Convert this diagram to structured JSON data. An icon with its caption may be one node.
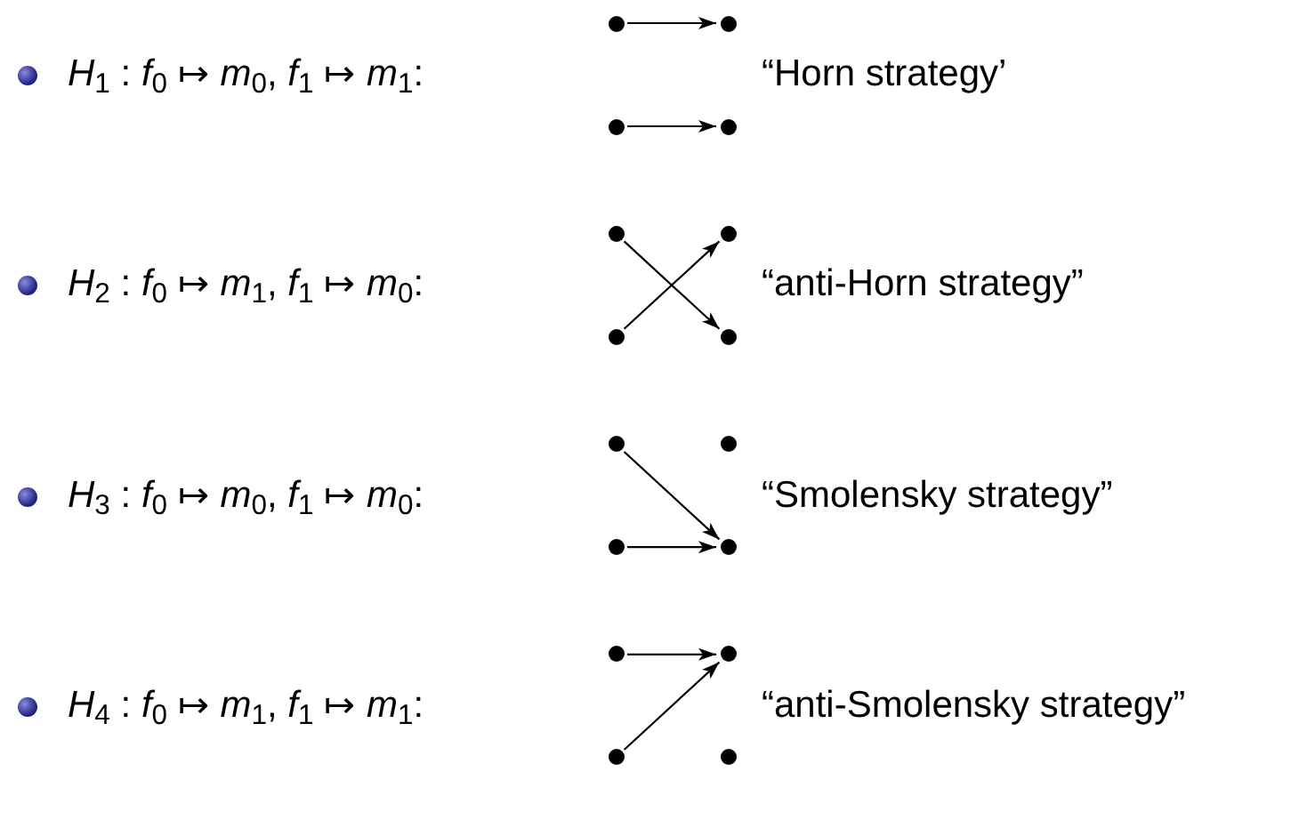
{
  "diagram": {
    "nodes": [
      {
        "text": [],
        "shape": "circle"
      },
      {
        "text": [],
        "shape": "circle"
      },
      {
        "text": [],
        "shape": "circle"
      },
      {
        "text": [],
        "shape": "circle"
      },
      {
        "text": [],
        "shape": "circle"
      },
      {
        "text": [],
        "shape": "circle"
      },
      {
        "text": [],
        "shape": "circle"
      },
      {
        "text": [],
        "shape": "circle"
      },
      {
        "text": [],
        "shape": "circle"
      },
      {
        "text": [],
        "shape": "circle"
      },
      {
        "text": [],
        "shape": "circle"
      },
      {
        "text": [],
        "shape": "circle"
      },
      {
        "text": [],
        "shape": "circle"
      },
      {
        "text": [],
        "shape": "circle"
      },
      {
        "text": [],
        "shape": "circle"
      },
      {
        "text": [],
        "shape": "circle"
      }
    ],
    "edges": [
      {
        "from": 0,
        "to": 1,
        "arrow": "to"
      },
      {
        "from": 2,
        "to": 3,
        "arrow": "to"
      },
      {
        "from": 4,
        "to": 7,
        "arrow": "to"
      },
      {
        "from": 6,
        "to": 5,
        "arrow": "to"
      },
      {
        "from": 8,
        "to": 11,
        "arrow": "to"
      },
      {
        "from": 10,
        "to": 11,
        "arrow": "to"
      },
      {
        "from": 12,
        "to": 13,
        "arrow": "to"
      },
      {
        "from": 14,
        "to": 13,
        "arrow": "to"
      }
    ],
    "labels": [
      "*H*$_{1}$ : *f*$_{0}$ ↦ *m*$_{0}$, *f*$_{1}$ ↦ *m*$_{1}$:",
      "“Horn strategy’",
      "*H*$_{2}$ : *f*$_{0}$ ↦ *m*$_{1}$, *f*$_{1}$ ↦ *m*$_{0}$:",
      "“anti-Horn strategy”",
      "*H*$_{3}$ : *f*$_{0}$ ↦ *m*$_{0}$, *f*$_{1}$ ↦ *m*$_{0}$:",
      "“Smolensky strategy”",
      "*H*$_{4}$ : *f*$_{0}$ ↦ *m*$_{1}$, *f*$_{1}$ ↦ *m*$_{1}$:",
      "“anti-Smolensky strategy”"
    ]
  }
}
